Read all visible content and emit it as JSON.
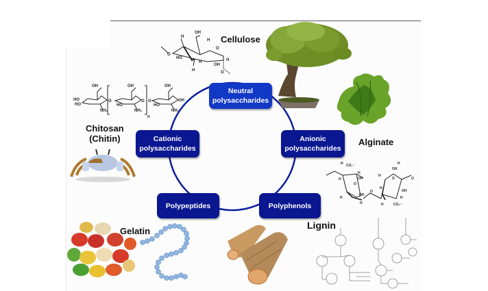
{
  "diagram": {
    "title": "",
    "center_nodes": [
      {
        "id": "neutral",
        "label_line1": "Neutral",
        "label_line2": "polysaccharides"
      },
      {
        "id": "anionic",
        "label_line1": "Anionic",
        "label_line2": "polysaccharides"
      },
      {
        "id": "polyphenols",
        "label_line1": "Polyphenols",
        "label_line2": ""
      },
      {
        "id": "polypeptides",
        "label_line1": "Polypeptides",
        "label_line2": ""
      },
      {
        "id": "cationic",
        "label_line1": "Cationic",
        "label_line2": "polysaccharides"
      }
    ],
    "examples": {
      "cellulose": "Cellulose",
      "alginate": "Alginate",
      "lignin": "Lignin",
      "gelatin": "Gelatin",
      "chitosan_line1": "Chitosan",
      "chitosan_line2": "(Chitin)"
    },
    "images": {
      "cellulose": "bonsai-tree",
      "alginate": "seaweed",
      "lignin": "wood-logs",
      "gelatin": "gummy-bears",
      "chitosan": "crab"
    },
    "colors": {
      "neutral_box": "#1238c6",
      "other_boxes": "#0a1791",
      "ring": "#0b1f9e"
    },
    "chem": {
      "oh": "OH",
      "ho": "HO",
      "h": "H",
      "o": "O",
      "nh2": "NH₂",
      "n": "n",
      "co2": "CO₂⁻"
    }
  }
}
